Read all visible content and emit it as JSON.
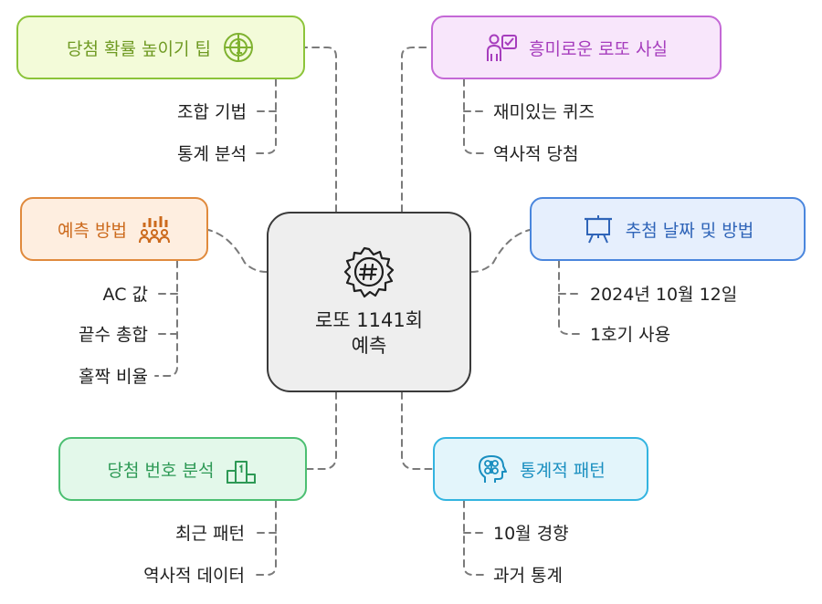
{
  "center": {
    "line1": "로또 1141회",
    "line2": "예측",
    "icon": "hashtag-badge-icon"
  },
  "branches": {
    "tips": {
      "label": "당첨 확률 높이기 팁",
      "icon": "target-icon",
      "color": "#8cc43a",
      "leaves": [
        "조합 기법",
        "통계 분석"
      ]
    },
    "facts": {
      "label": "흥미로운 로또 사실",
      "icon": "presenter-icon",
      "color": "#c468d6",
      "leaves": [
        "재미있는 퀴즈",
        "역사적 당첨"
      ]
    },
    "methods": {
      "label": "예측 방법",
      "icon": "group-chart-icon",
      "color": "#e08a3d",
      "leaves": [
        "AC 값",
        "끝수 총합",
        "홀짝 비율"
      ]
    },
    "draw": {
      "label": "추첨 날짜 및 방법",
      "icon": "easel-icon",
      "color": "#4a86dd",
      "leaves": [
        "2024년 10월 12일",
        "1호기 사용"
      ]
    },
    "numbers": {
      "label": "당첨 번호 분석",
      "icon": "podium-icon",
      "color": "#4cbf72",
      "leaves": [
        "최근 패턴",
        "역사적 데이터"
      ]
    },
    "stats": {
      "label": "통계적 패턴",
      "icon": "brain-head-icon",
      "color": "#33b4e0",
      "leaves": [
        "10월 경향",
        "과거 통계"
      ]
    }
  }
}
